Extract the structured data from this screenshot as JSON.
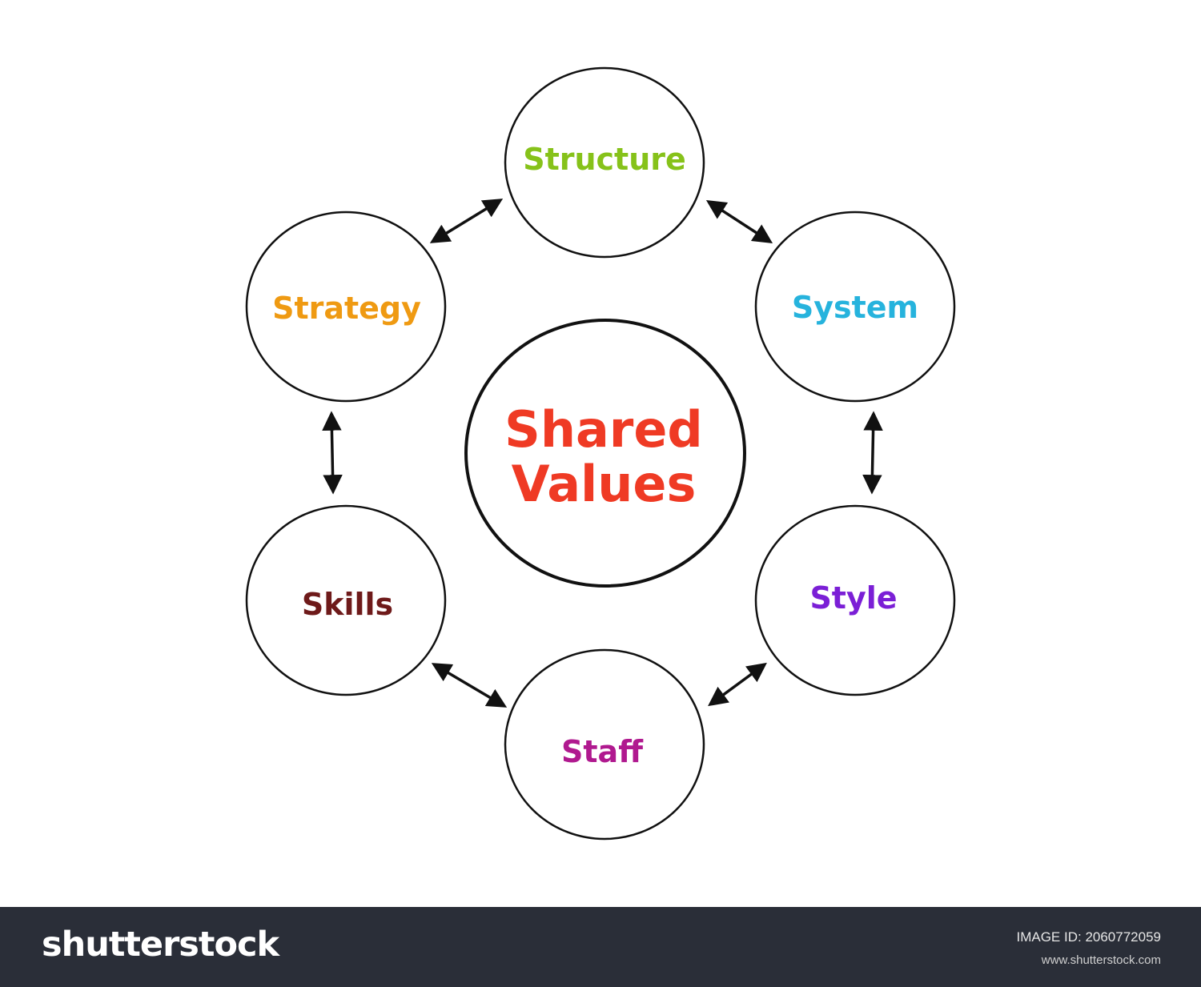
{
  "diagram": {
    "center": {
      "label_line1": "Shared",
      "label_line2": "Values",
      "color": "#ef3a24"
    },
    "nodes": [
      {
        "id": "structure",
        "label": "Structure",
        "color": "#86c21a"
      },
      {
        "id": "system",
        "label": "System",
        "color": "#26b3dd"
      },
      {
        "id": "style",
        "label": "Style",
        "color": "#7b1fd6"
      },
      {
        "id": "staff",
        "label": "Staff",
        "color": "#b0198f"
      },
      {
        "id": "skills",
        "label": "Skills",
        "color": "#6e1a1a"
      },
      {
        "id": "strategy",
        "label": "Strategy",
        "color": "#ef9a12"
      }
    ],
    "connections": [
      [
        "strategy",
        "structure"
      ],
      [
        "structure",
        "system"
      ],
      [
        "system",
        "style"
      ],
      [
        "style",
        "staff"
      ],
      [
        "staff",
        "skills"
      ],
      [
        "skills",
        "strategy"
      ]
    ]
  },
  "footer": {
    "logo": "shutterstock",
    "image_id": "IMAGE ID: 2060772059",
    "site_url": "www.shutterstock.com"
  }
}
